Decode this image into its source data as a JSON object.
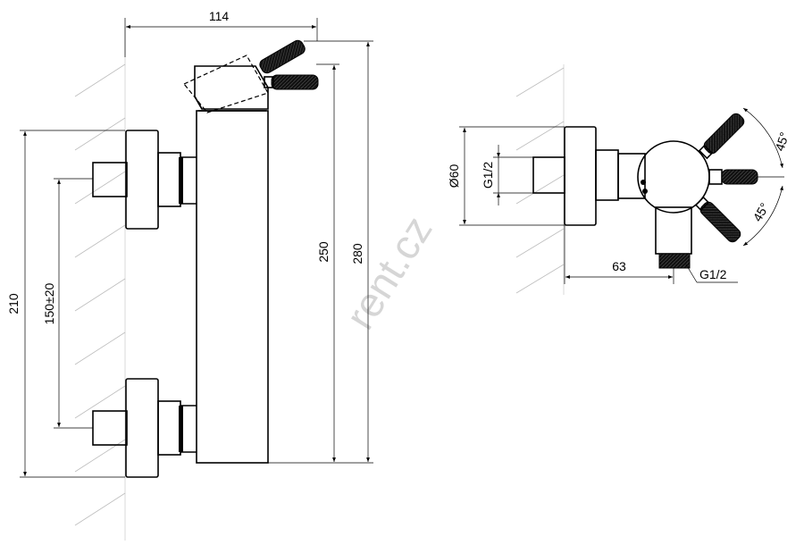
{
  "watermark": "rent.cz",
  "front_view": {
    "dim_width_114": "114",
    "dim_height_280": "280",
    "dim_height_250": "250",
    "dim_height_210": "210",
    "dim_spacing_150": "150±20"
  },
  "side_view": {
    "dim_diameter_60": "Ø60",
    "dim_thread_inlet": "G1/2",
    "dim_depth_63": "63",
    "dim_thread_outlet": "G1/2",
    "angle_upper": "45°",
    "angle_lower": "45°"
  },
  "colors": {
    "line": "#000000",
    "wall": "#cfcfcf",
    "watermark": "#d6d6d6"
  }
}
